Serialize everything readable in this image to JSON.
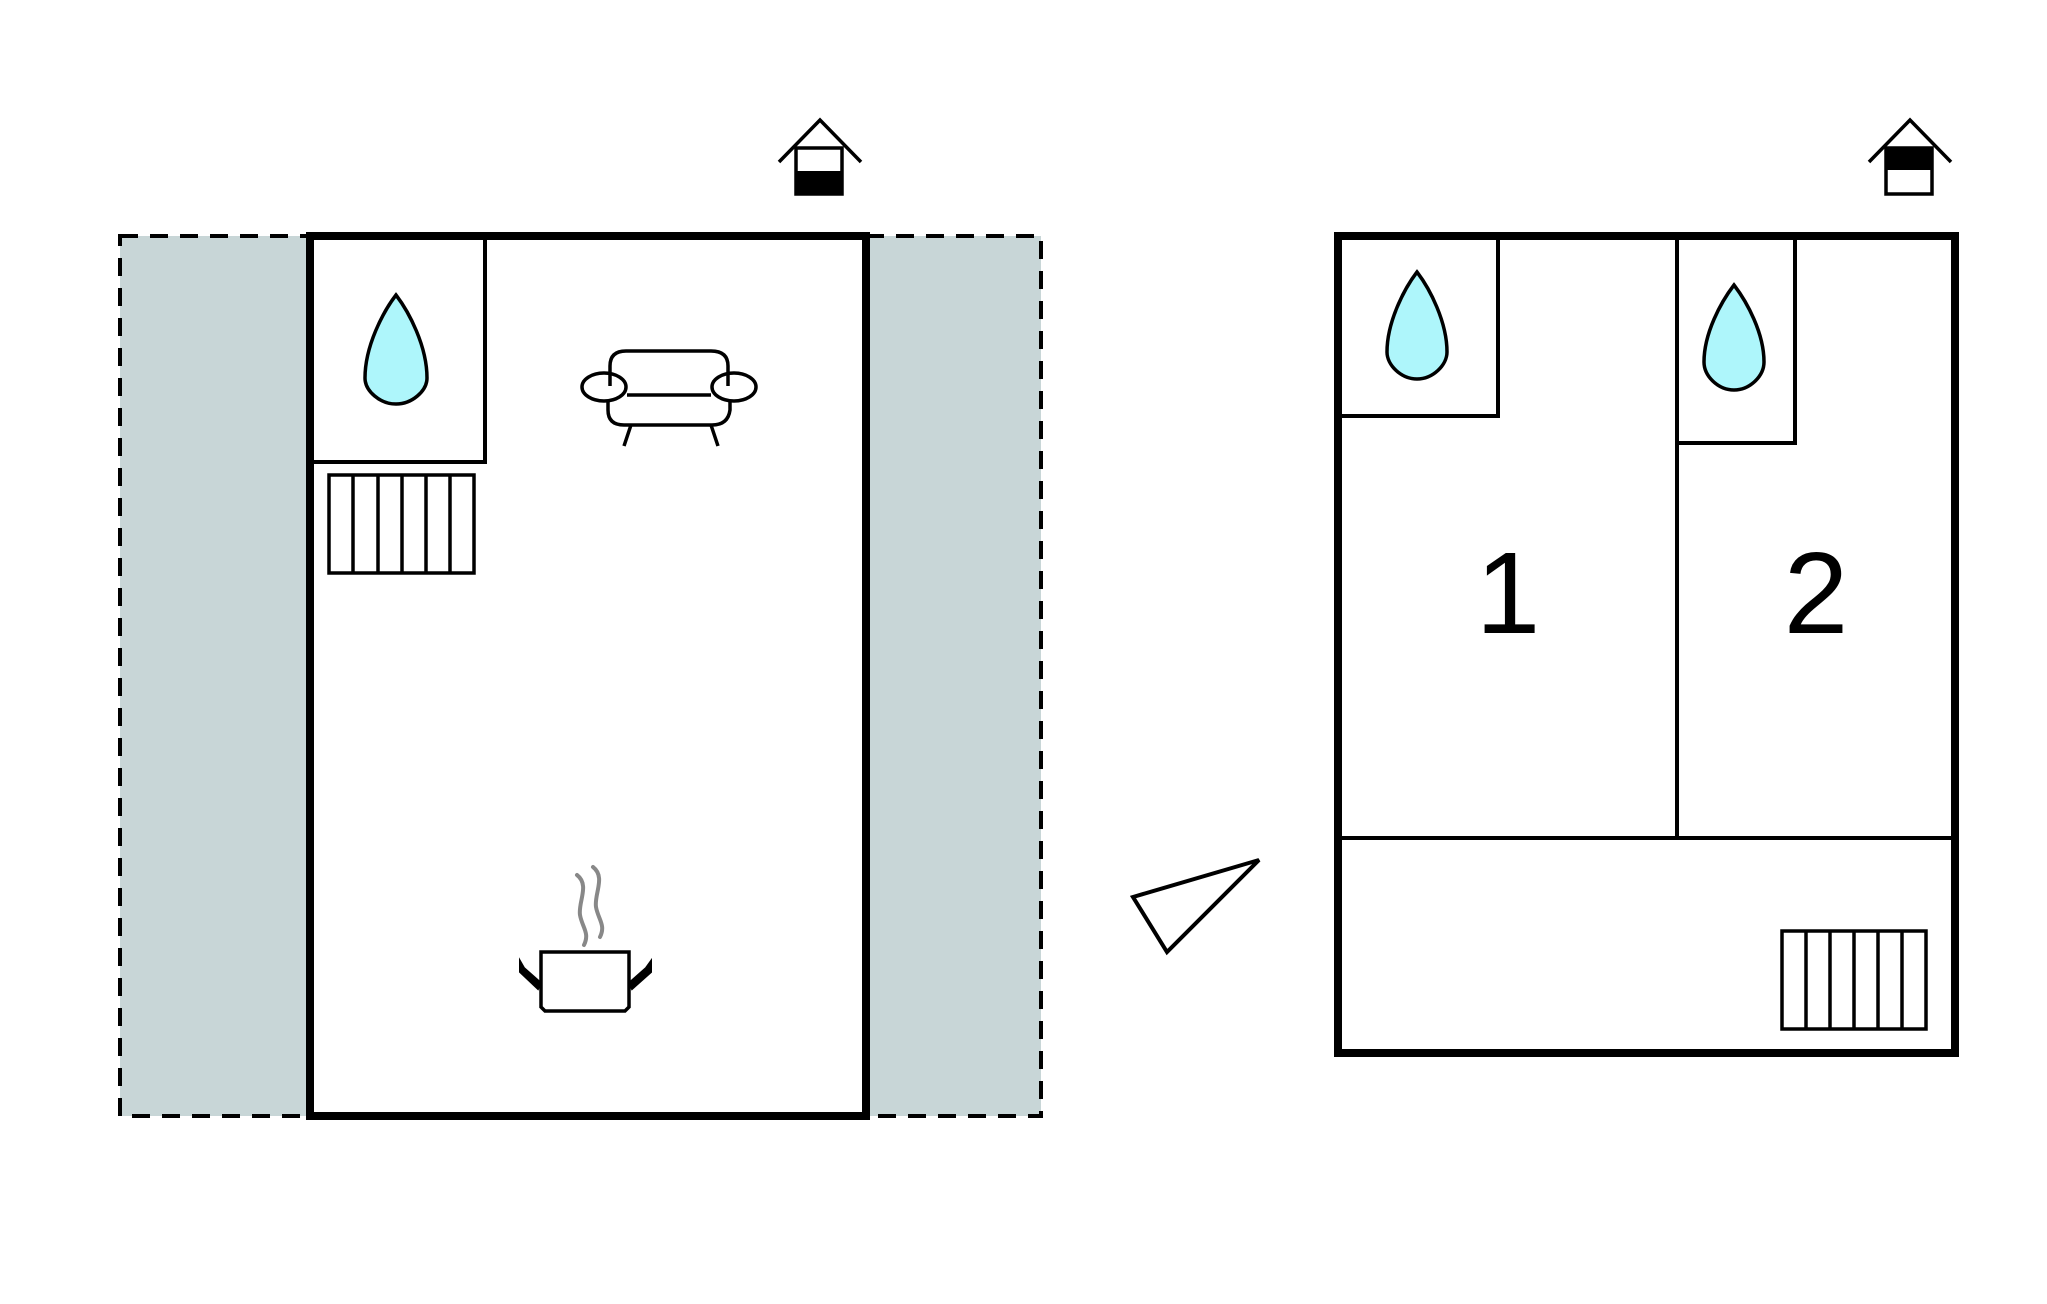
{
  "plans": [
    {
      "name": "ground-floor",
      "floor_indicator": "lower-floor-filled",
      "rooms": [
        "bathroom",
        "living-room",
        "kitchen"
      ],
      "terraces": 2,
      "stairs": true
    },
    {
      "name": "upper-floor",
      "floor_indicator": "upper-floor-filled",
      "bedrooms": [
        {
          "label": "1"
        },
        {
          "label": "2"
        }
      ],
      "bathrooms": 2,
      "stairs": true
    }
  ],
  "icons": {
    "bathroom": "water-drop-icon",
    "living_room": "sofa-icon",
    "kitchen": "cooking-pot-icon",
    "stairs": "stairs-icon",
    "floor": "house-floor-icon",
    "direction": "view-direction-icon"
  },
  "colors": {
    "terrace": "#c8d6d7",
    "water": "#aef6fb",
    "walls": "#000000",
    "steam": "#888888"
  }
}
